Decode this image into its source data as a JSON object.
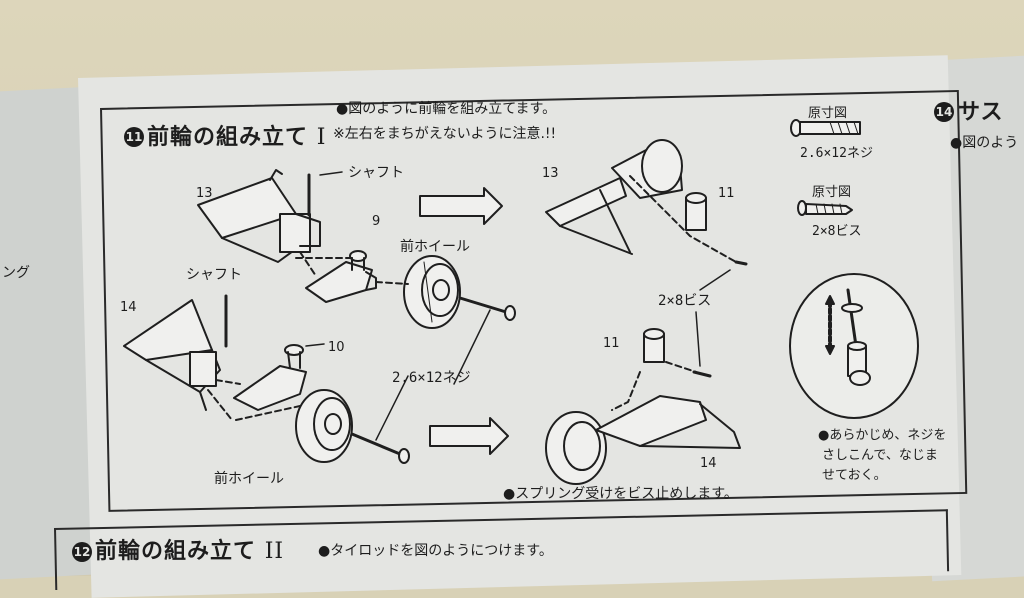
{
  "section11": {
    "number": "11",
    "title": "前輪の組み立て",
    "title_suffix": "I",
    "instruction": "●図のように前輪を組み立てます。",
    "warning": "※左右をまちがえないように注意.!!"
  },
  "labels": {
    "shaft_upper": "シャフト",
    "shaft_lower": "シャフト",
    "front_wheel_upper": "前ホイール",
    "front_wheel_lower": "前ホイール",
    "screw_26x12": "2.6×12ネジ",
    "screw_2x8": "2×8ビス",
    "part_13_left": "13",
    "part_9": "9",
    "part_14_left": "14",
    "part_10": "10",
    "part_13_right": "13",
    "part_11_upper": "11",
    "part_11_lower": "11",
    "part_14_right": "14"
  },
  "reference": {
    "actual_size_1": "原寸図",
    "screw_1": "2.6×12ネジ",
    "actual_size_2": "原寸図",
    "screw_2": "2×8ビス"
  },
  "spring_note": "●スプリング受けをビス止めします。",
  "tip_note": [
    "●あらかじめ、ネジを",
    "さしこんで、なじま",
    "せておく。"
  ],
  "section12": {
    "number": "12",
    "title": "前輪の組み立て",
    "title_suffix": "II",
    "instruction": "●タイロッドを図のようにつけます。"
  },
  "right_page": {
    "number": "14",
    "title": "サス",
    "line": "●図のよう"
  },
  "left_page": {
    "text": "ング"
  }
}
